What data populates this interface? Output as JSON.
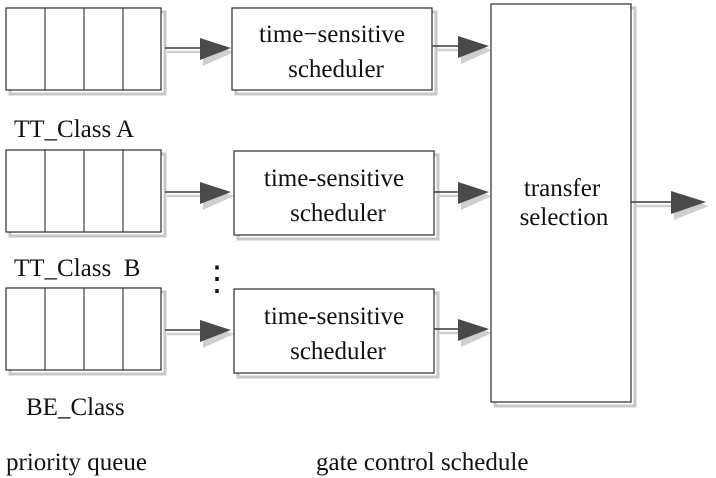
{
  "queues": [
    {
      "label": "TT_Class A"
    },
    {
      "label": "TT_Class  B"
    },
    {
      "label": "BE_Class"
    }
  ],
  "schedulers": [
    {
      "line1": "time−sensitive",
      "line2": "scheduler"
    },
    {
      "line1": "time-sensitive",
      "line2": "scheduler"
    },
    {
      "line1": "time-sensitive",
      "line2": "scheduler"
    }
  ],
  "transfer": {
    "line1": "transfer",
    "line2": "selection"
  },
  "ellipsis": "⋮",
  "footer": {
    "left": "priority queue",
    "right": "gate control schedule"
  }
}
